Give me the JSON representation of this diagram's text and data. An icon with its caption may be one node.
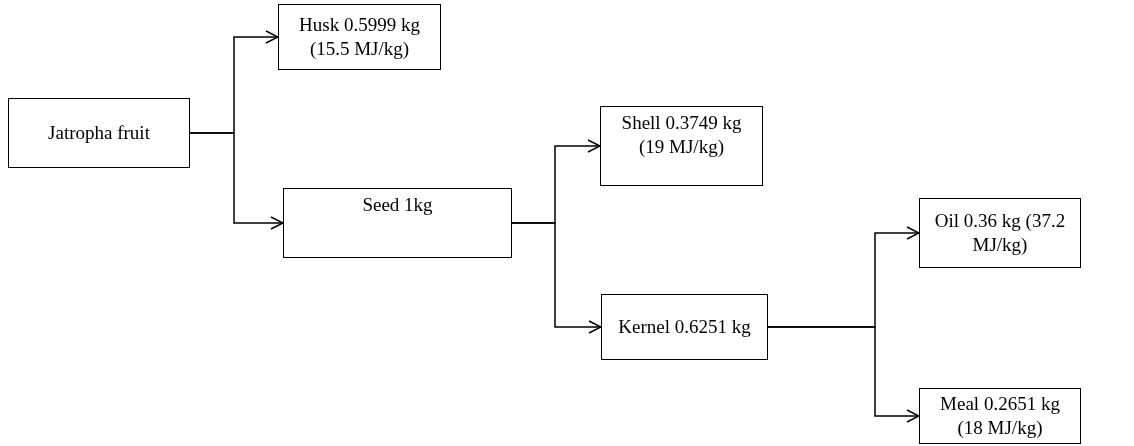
{
  "diagram": {
    "nodes": [
      {
        "text": [
          "Jatropha fruit"
        ]
      },
      {
        "text": [
          "Husk 0.5999 kg (15.5 MJ/kg)"
        ]
      },
      {
        "text": [
          "Seed 1kg"
        ]
      },
      {
        "text": [
          "Shell 0.3749 kg (19 MJ/kg)"
        ]
      },
      {
        "text": [
          "Kernel 0.6251 kg"
        ]
      },
      {
        "text": [
          "Oil 0.36 kg (37.2 MJ/kg)"
        ]
      },
      {
        "text": [
          "Meal 0.2651 kg (18 MJ/kg)"
        ]
      }
    ],
    "edges": [
      {
        "from": 0,
        "to": 1,
        "arrow": "to"
      },
      {
        "from": 0,
        "to": 2,
        "arrow": "to"
      },
      {
        "from": 2,
        "to": 3,
        "arrow": "to"
      },
      {
        "from": 2,
        "to": 4,
        "arrow": "to"
      },
      {
        "from": 4,
        "to": 5,
        "arrow": "to"
      },
      {
        "from": 4,
        "to": 6,
        "arrow": "to"
      }
    ]
  }
}
